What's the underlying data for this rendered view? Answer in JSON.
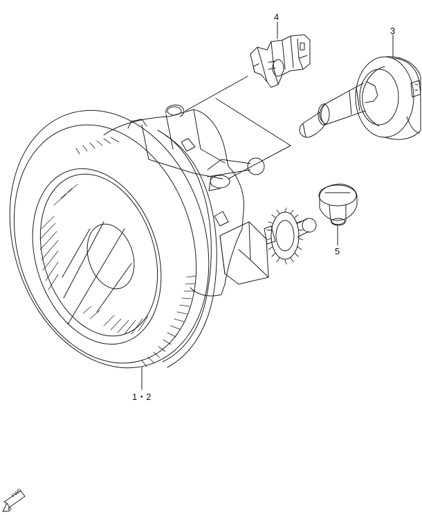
{
  "callouts": {
    "part_4": "4",
    "part_3": "3",
    "part_5": "5",
    "part_1_2": "1・2"
  },
  "fwd_badge": {
    "text": "FWD",
    "icon": "forward-arrow-icon"
  },
  "colors": {
    "line": "#1a1a1a",
    "background": "#ffffff"
  }
}
